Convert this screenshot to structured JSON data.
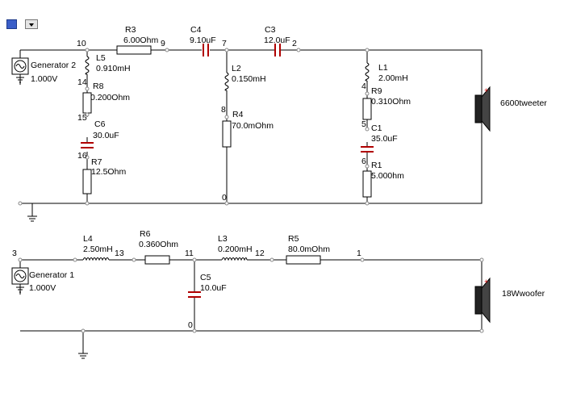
{
  "toolbar": {
    "color_swatch": "#3a5ec8",
    "dropdown_icon": "chevron-down-icon"
  },
  "upper": {
    "generator": {
      "name": "Generator 2",
      "value": "1.000V"
    },
    "nodes": {
      "n10": "10",
      "n9": "9",
      "n7": "7",
      "n2": "2",
      "n14": "14",
      "n15": "15",
      "n16": "16",
      "n8": "8",
      "n4": "4",
      "n5": "5",
      "n6": "6",
      "n0": "0"
    },
    "R3": {
      "name": "R3",
      "value": "6.00Ohm"
    },
    "C4": {
      "name": "C4",
      "value": "9.10uF"
    },
    "C3": {
      "name": "C3",
      "value": "12.0uF"
    },
    "L5": {
      "name": "L5",
      "value": "0.910mH"
    },
    "R8": {
      "name": "R8",
      "value": "0.200Ohm"
    },
    "C6": {
      "name": "C6",
      "value": "30.0uF"
    },
    "R7": {
      "name": "R7",
      "value": "12.5Ohm"
    },
    "L2": {
      "name": "L2",
      "value": "0.150mH"
    },
    "R4": {
      "name": "R4",
      "value": "70.0mOhm"
    },
    "L1": {
      "name": "L1",
      "value": "2.00mH"
    },
    "R9": {
      "name": "R9",
      "value": "0.310Ohm"
    },
    "C1": {
      "name": "C1",
      "value": "35.0uF"
    },
    "R1": {
      "name": "R1",
      "value": "5.000hm"
    },
    "speaker": {
      "name": "6600tweeter",
      "polarity": "+"
    }
  },
  "lower": {
    "generator": {
      "name": "Generator 1",
      "value": "1.000V"
    },
    "nodes": {
      "n3": "3",
      "n13": "13",
      "n11": "11",
      "n12": "12",
      "n1": "1",
      "n0": "0"
    },
    "L4": {
      "name": "L4",
      "value": "2.50mH"
    },
    "R6": {
      "name": "R6",
      "value": "0.360Ohm"
    },
    "L3": {
      "name": "L3",
      "value": "0.200mH"
    },
    "R5": {
      "name": "R5",
      "value": "80.0mOhm"
    },
    "C5": {
      "name": "C5",
      "value": "10.0uF"
    },
    "speaker": {
      "name": "18Wwoofer",
      "polarity": "+"
    }
  },
  "colors": {
    "wire": "#000000",
    "capacitor": "#b00000",
    "node_dot": "#888888",
    "speaker_plus": "#d00000"
  }
}
